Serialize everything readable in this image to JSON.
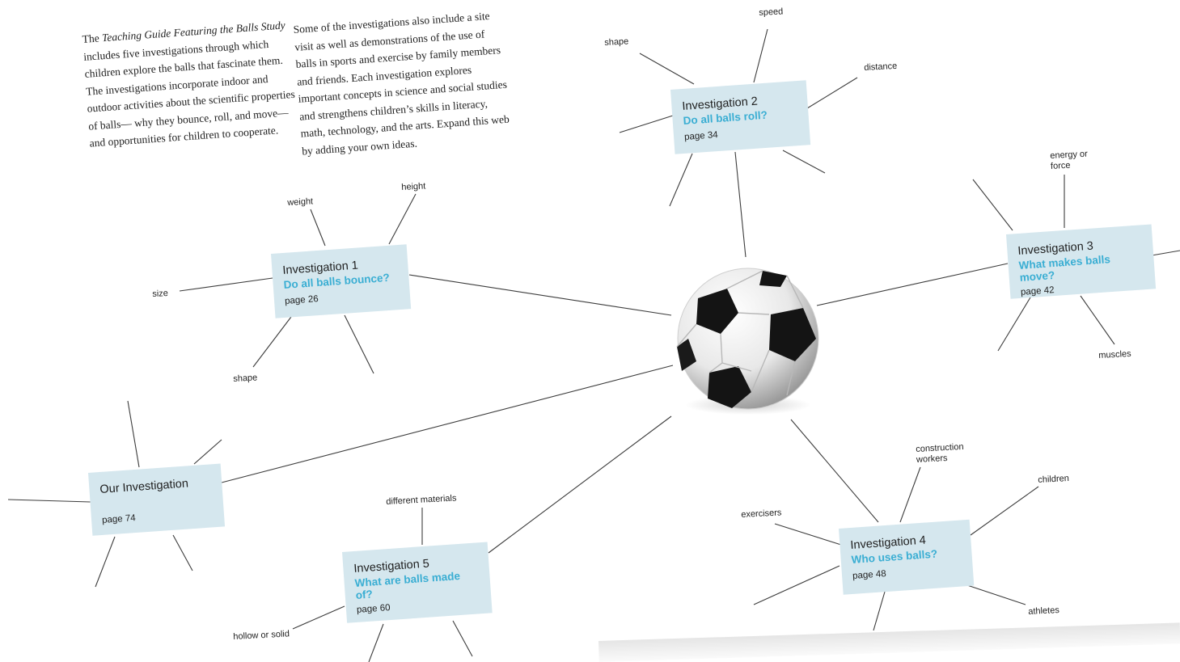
{
  "intro": {
    "col1_before_italic": "The ",
    "col1_italic": "Teaching Guide Featuring the Balls Study",
    "col1_after_italic": " includes five investigations through which children explore the balls that fascinate them. The investigations incorporate indoor and outdoor activities about the scientific properties of balls— why they bounce, roll, and move—and opportunities for children to cooperate.",
    "col2": "Some of the investigations also include a site visit as well as demonstrations of the use of balls in sports and exercise by family members and friends. Each investigation explores important concepts in science and social studies and strengthens children’s skills in literacy, math, technology, and the arts. Expand this web by adding your own ideas."
  },
  "investigations": {
    "inv1": {
      "title": "Investigation 1",
      "question": "Do all balls bounce?",
      "page": "page 26"
    },
    "inv2": {
      "title": "Investigation 2",
      "question": "Do all balls roll?",
      "page": "page 34"
    },
    "inv3": {
      "title": "Investigation 3",
      "question": "What makes balls move?",
      "page": "page 42"
    },
    "inv4": {
      "title": "Investigation 4",
      "question": "Who uses balls?",
      "page": "page 48"
    },
    "inv5": {
      "title": "Investigation 5",
      "question": "What are balls made of?",
      "page": "page 60"
    },
    "our": {
      "title": "Our Investigation",
      "page": "page 74"
    }
  },
  "labels": {
    "speed": "speed",
    "shape_top": "shape",
    "distance": "distance",
    "weight": "weight",
    "height": "height",
    "size": "size",
    "shape_left": "shape",
    "energy": "energy or\nforce",
    "muscles": "muscles",
    "construction": "construction\nworkers",
    "children": "children",
    "exercisers": "exercisers",
    "athletes": "athletes",
    "different_materials": "different materials",
    "hollow_or_solid": "hollow or solid"
  },
  "colors": {
    "accent": "#3aaed3",
    "box_fill": "#d5e7ee",
    "text": "#1e1e1e"
  },
  "icons": {
    "center": "soccer-ball-icon"
  }
}
